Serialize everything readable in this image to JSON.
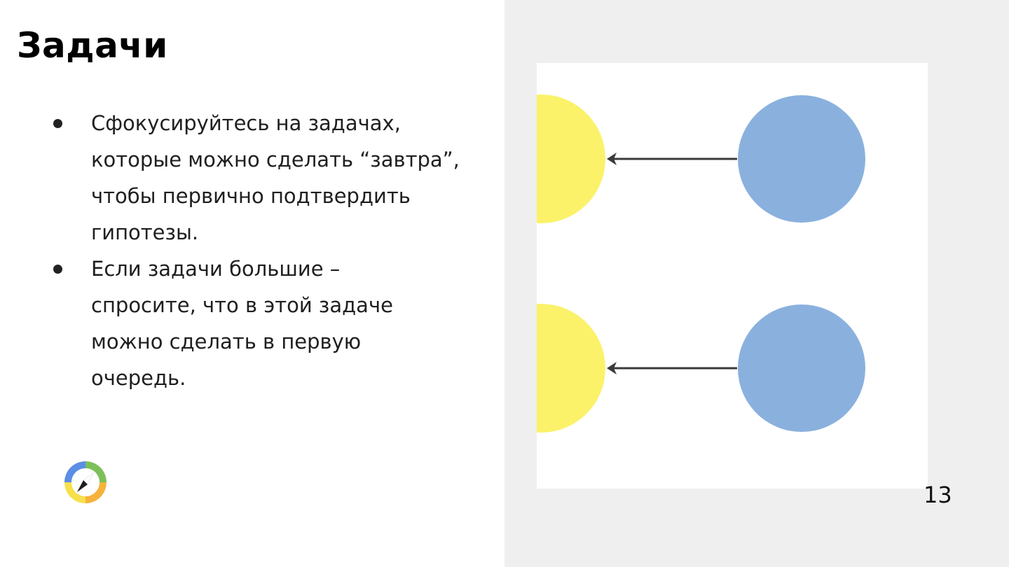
{
  "slide": {
    "title": "Задачи",
    "page_number": "13",
    "bullets": [
      {
        "text": "Сфокусируйтесь на задачах,\nкоторые можно сделать “завтра”,\nчтобы первично подтвердить\nгипотезы."
      },
      {
        "text": "Если задачи большие –\nспросите, что в этой задаче\nможно сделать в первую\nочередь."
      }
    ]
  },
  "diagram": {
    "rows": [
      {
        "source_color": "#8ab1de",
        "target_color": "#fbf26a",
        "arrow_direction": "left"
      },
      {
        "source_color": "#8ab1de",
        "target_color": "#fbf26a",
        "arrow_direction": "left"
      }
    ],
    "arrow_color": "#3a3a3a"
  },
  "logo": {
    "icon": "compass-icon",
    "ring_colors": [
      "#5b8ee6",
      "#7cc05a",
      "#f5b33c",
      "#f7e04b"
    ]
  },
  "colors": {
    "right_pane_bg": "#efefef",
    "diagram_bg": "#ffffff"
  }
}
